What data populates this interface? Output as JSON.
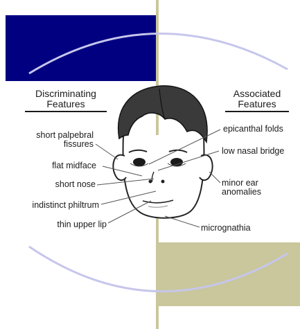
{
  "headings": {
    "left_line1": "Discriminating",
    "left_line2": "Features",
    "right_line1": "Associated",
    "right_line2": "Features"
  },
  "discriminating_features": [
    {
      "line1": "short palpebral",
      "line2": "fissures"
    },
    {
      "line1": "flat  midface"
    },
    {
      "line1": "short nose"
    },
    {
      "line1": "indistinct  philtrum"
    },
    {
      "line1": "thin upper lip"
    }
  ],
  "associated_features": [
    {
      "line1": "epicanthal folds"
    },
    {
      "line1": "low nasal bridge"
    },
    {
      "line1": "minor ear",
      "line2": "anomalies"
    },
    {
      "line1": "micrognathia"
    }
  ],
  "colors": {
    "navy_block": "#000080",
    "olive_block": "#c9c79b",
    "arc": "#c6c6ec",
    "ink": "#1a1a1a"
  }
}
